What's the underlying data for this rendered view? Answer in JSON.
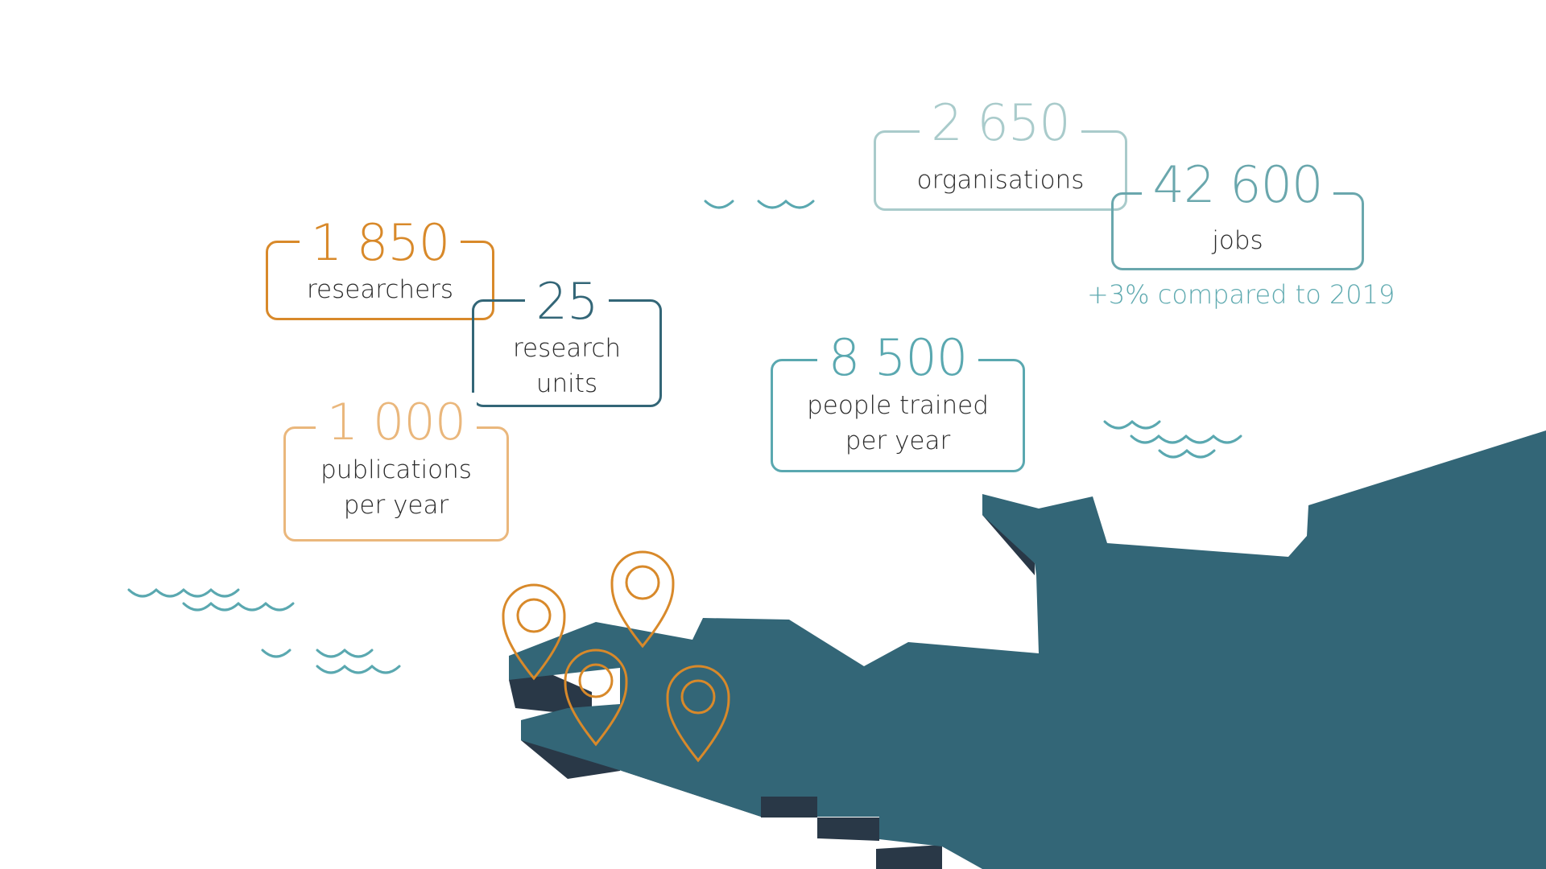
{
  "colors": {
    "land": "#336677",
    "land_side": "#293847",
    "pin": "#d8892a",
    "waves": "#5aa8b0",
    "researchers": "#d8892a",
    "units": "#336677",
    "publications": "#eab77c",
    "organisations": "#a9cbcb",
    "jobs": "#6aa7ad",
    "trained": "#5aa8b0"
  },
  "icons": [
    "location-pin-icon",
    "wave-icon"
  ],
  "stats": {
    "researchers": {
      "value": "1 850",
      "label": "researchers"
    },
    "research_units": {
      "value": "25",
      "label_line1": "research",
      "label_line2": "units"
    },
    "publications": {
      "value": "1 000",
      "label_line1": "publications",
      "label_line2": "per year"
    },
    "organisations": {
      "value": "2 650",
      "label": "organisations"
    },
    "jobs": {
      "value": "42 600",
      "label": "jobs",
      "note": "+3% compared to 2019"
    },
    "people_trained": {
      "value": "8 500",
      "label_line1": "people trained",
      "label_line2": "per year"
    }
  }
}
